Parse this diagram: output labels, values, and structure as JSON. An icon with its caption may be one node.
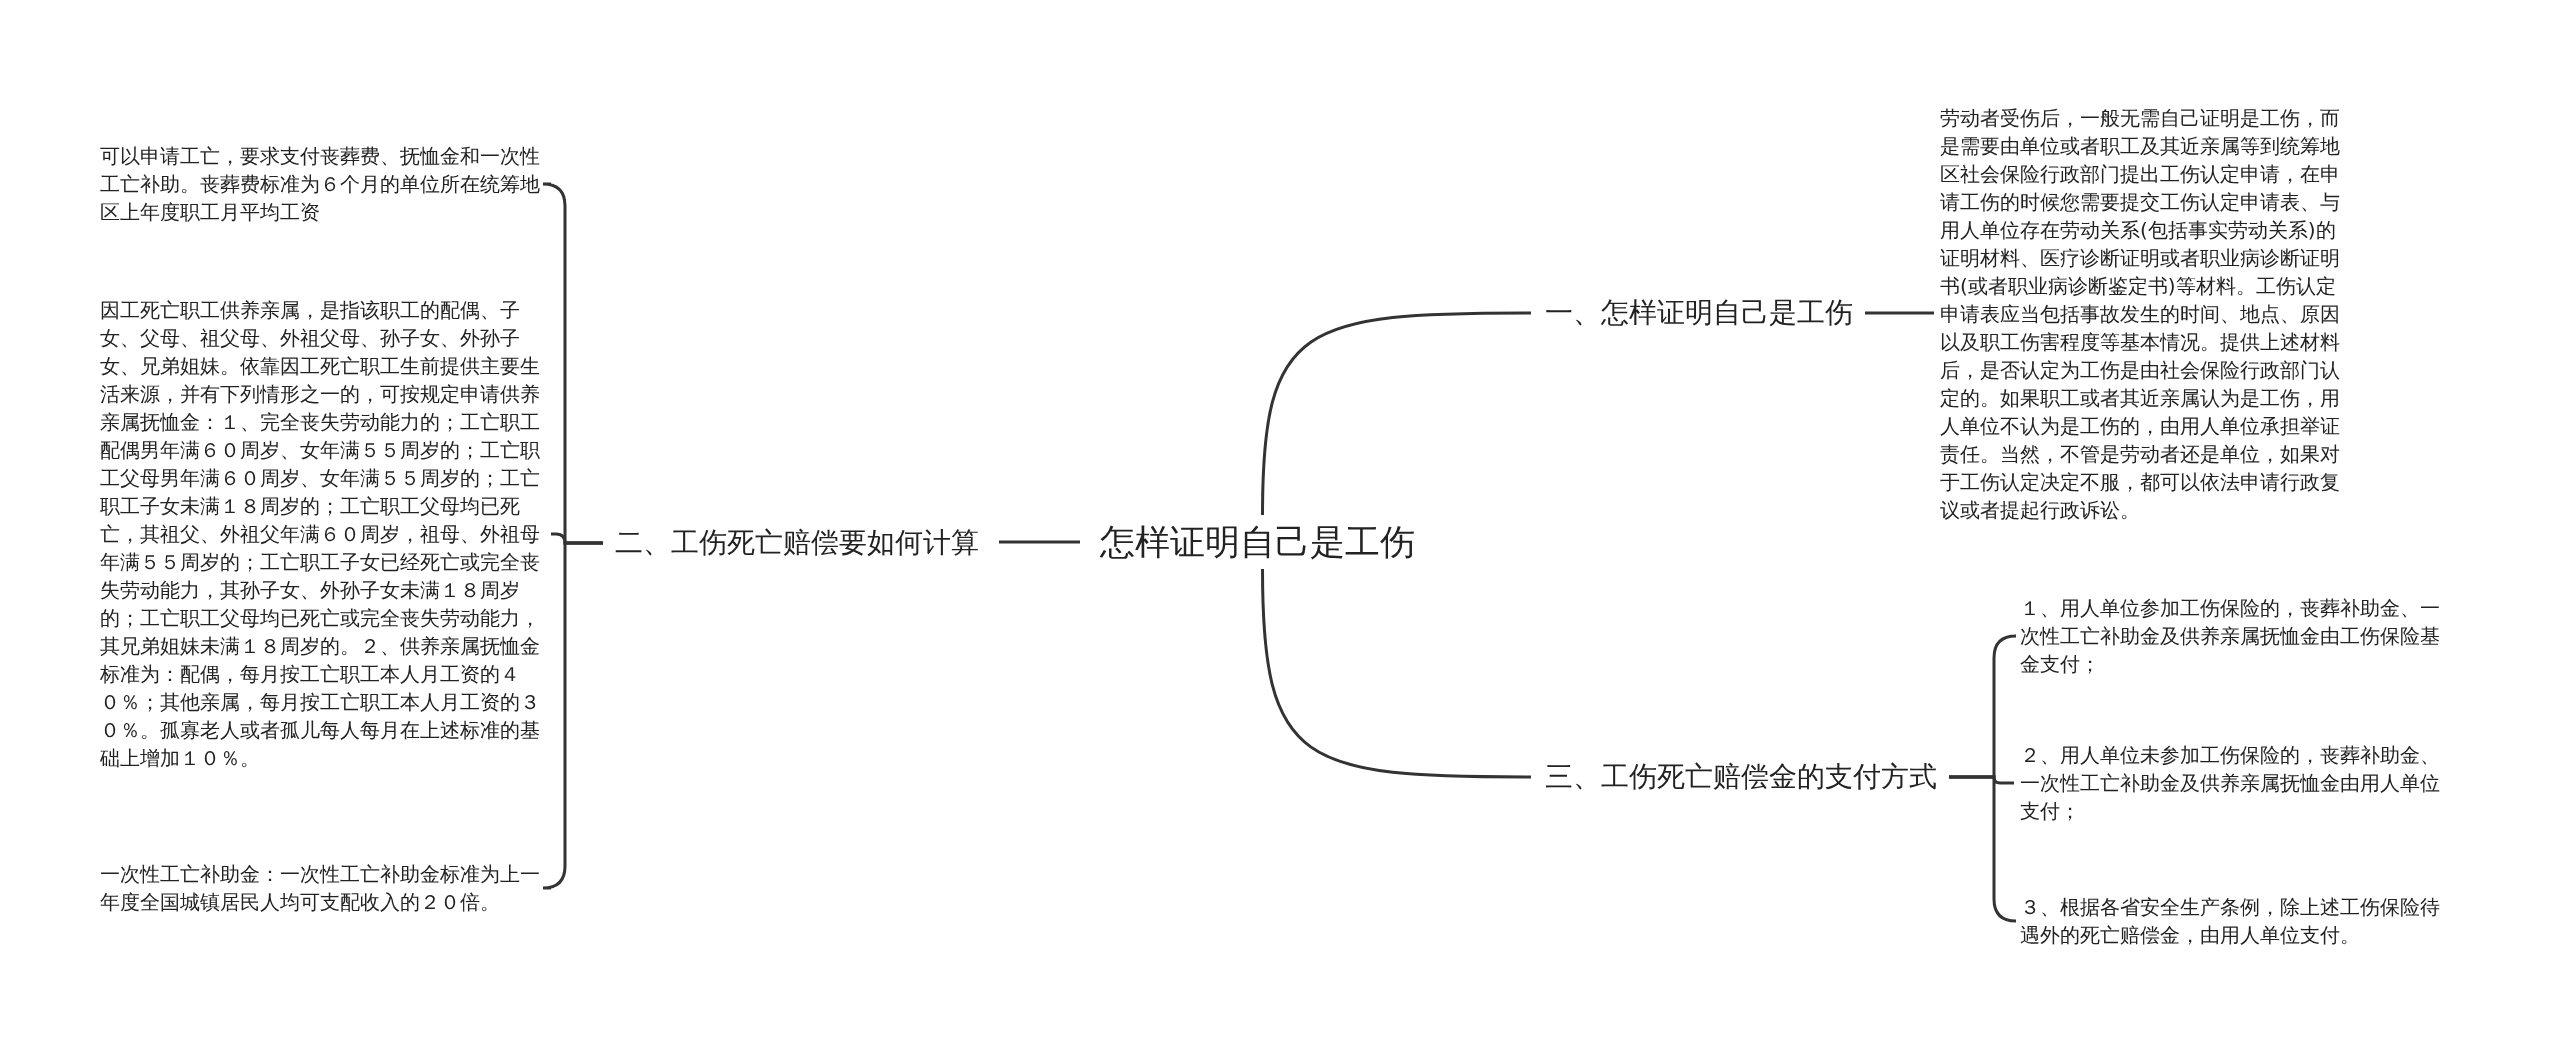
{
  "diagram": {
    "nodes": [
      {
        "text": [
          "怎样证明自己是工伤"
        ]
      },
      {
        "text": [
          "一、怎样证明自己是工伤"
        ]
      },
      {
        "text": [
          "二、工伤死亡赔偿要如何计算"
        ]
      },
      {
        "text": [
          "三、工伤死亡赔偿金的支付方式"
        ]
      },
      {
        "text": [
          "劳动者受伤后，一般无需自己证明是工伤，而是需要由单位或者职工及其近亲属等到统筹地区社会保险行政部门提出工伤认定申请，在申请工伤的时候您需要提交工伤认定申请表、与用人单位存在劳动关系(包括事实劳动关系)的证明材料、医疗诊断证明或者职业病诊断证明书(或者职业病诊断鉴定书)等材料。工伤认定申请表应当包括事故发生的时间、地点、原因以及职工伤害程度等基本情况。提供上述材料后，是否认定为工伤是由社会保险行政部门认定的。如果职工或者其近亲属认为是工伤，用人单位不认为是工伤的，由用人单位承担举证责任。当然，不管是劳动者还是单位，如果对于工伤认定决定不服，都可以依法申请行政复议或者提起行政诉讼。"
        ]
      },
      {
        "text": [
          "可以申请工亡，要求支付丧葬费、抚恤金和一次性工亡补助。丧葬费标准为６个月的单位所在统筹地区上年度职工月平均工资"
        ]
      },
      {
        "text": [
          "因工死亡职工供养亲属，是指该职工的配偶、子女、父母、祖父母、外祖父母、孙子女、外孙子女、兄弟姐妹。依靠因工死亡职工生前提供主要生活来源，并有下列情形之一的，可按规定申请供养亲属抚恤金：１、完全丧失劳动能力的；工亡职工配偶男年满６０周岁、女年满５５周岁的；工亡职工父母男年满６０周岁、女年满５５周岁的；工亡职工子女未满１８周岁的；工亡职工父母均已死亡，其祖父、外祖父年满６０周岁，祖母、外祖母年满５５周岁的；工亡职工子女已经死亡或完全丧失劳动能力，其孙子女、外孙子女未满１８周岁的；工亡职工父母均已死亡或完全丧失劳动能力，其兄弟姐妹未满１８周岁的。２、供养亲属抚恤金标准为：配偶，每月按工亡职工本人月工资的４０％；其他亲属，每月按工亡职工本人月工资的３０％。孤寡老人或者孤儿每人每月在上述标准的基础上增加１０％。"
        ]
      },
      {
        "text": [
          "一次性工亡补助金：一次性工亡补助金标准为上一年度全国城镇居民人均可支配收入的２０倍。"
        ]
      },
      {
        "text": [
          "１、用人单位参加工伤保险的，丧葬补助金、一次性工亡补助金及供养亲属抚恤金由工伤保险基金支付；"
        ]
      },
      {
        "text": [
          "２、用人单位未参加工伤保险的，丧葬补助金、一次性工亡补助金及供养亲属抚恤金由用人单位支付；"
        ]
      },
      {
        "text": [
          "３、根据各省安全生产条例，除上述工伤保险待遇外的死亡赔偿金，由用人单位支付。"
        ]
      }
    ],
    "edges": [
      {
        "from": 0,
        "to": 1,
        "arrow": "none"
      },
      {
        "from": 0,
        "to": 2,
        "arrow": "none"
      },
      {
        "from": 0,
        "to": 3,
        "arrow": "none"
      },
      {
        "from": 1,
        "to": 4,
        "arrow": "none"
      },
      {
        "from": 2,
        "to": 5,
        "arrow": "none"
      },
      {
        "from": 2,
        "to": 6,
        "arrow": "none"
      },
      {
        "from": 2,
        "to": 7,
        "arrow": "none"
      },
      {
        "from": 3,
        "to": 8,
        "arrow": "none"
      },
      {
        "from": 3,
        "to": 9,
        "arrow": "none"
      },
      {
        "from": 3,
        "to": 10,
        "arrow": "none"
      }
    ]
  }
}
